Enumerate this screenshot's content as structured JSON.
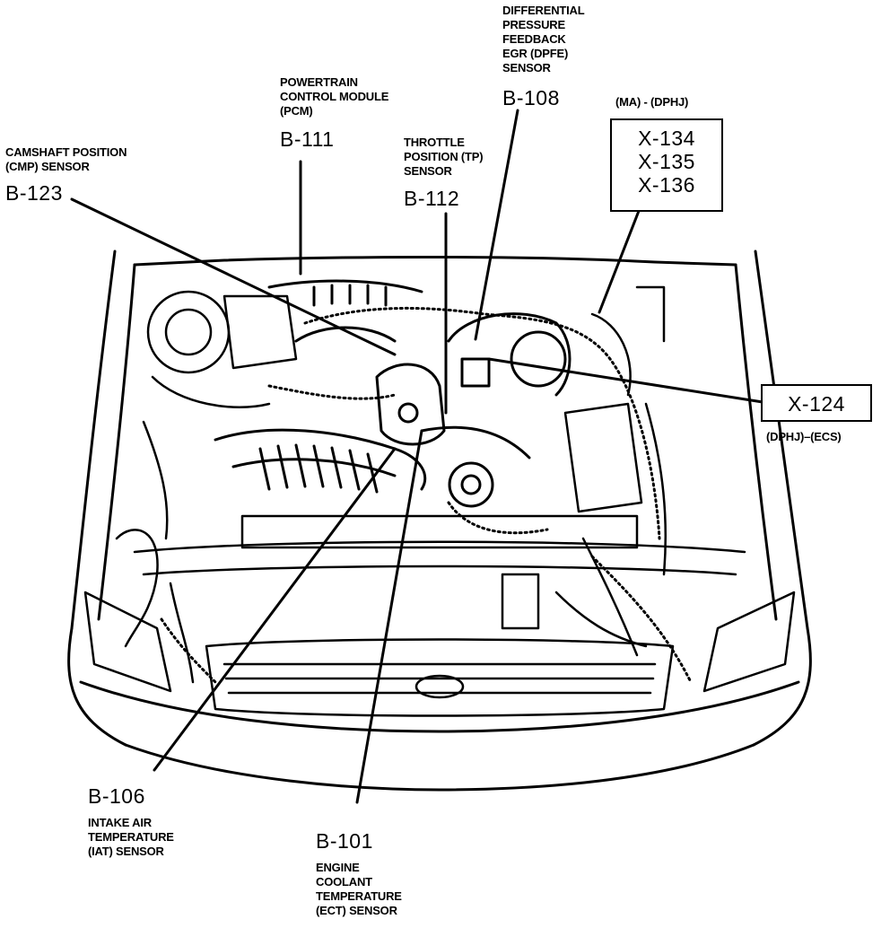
{
  "callouts": {
    "cmp": {
      "code": "B-123",
      "name_lines": [
        "CAMSHAFT POSITION",
        "(CMP) SENSOR"
      ]
    },
    "pcm": {
      "code": "B-111",
      "name_lines": [
        "POWERTRAIN",
        "CONTROL MODULE",
        "(PCM)"
      ]
    },
    "tp": {
      "code": "B-112",
      "name_lines": [
        "THROTTLE",
        "POSITION (TP)",
        "SENSOR"
      ]
    },
    "dpfe": {
      "code": "B-108",
      "name_lines": [
        "DIFFERENTIAL",
        "PRESSURE",
        "FEEDBACK",
        "EGR (DPFE)",
        "SENSOR"
      ]
    },
    "x_group": {
      "header": "(MA) - (DPHJ)",
      "codes": [
        "X-134",
        "X-135",
        "X-136"
      ]
    },
    "x124": {
      "code": "X-124",
      "footer": "(DPHJ)–(ECS)"
    },
    "iat": {
      "code": "B-106",
      "name_lines": [
        "INTAKE AIR",
        "TEMPERATURE",
        "(IAT) SENSOR"
      ]
    },
    "ect": {
      "code": "B-101",
      "name_lines": [
        "ENGINE",
        "COOLANT",
        "TEMPERATURE",
        "(ECT) SENSOR"
      ]
    }
  }
}
